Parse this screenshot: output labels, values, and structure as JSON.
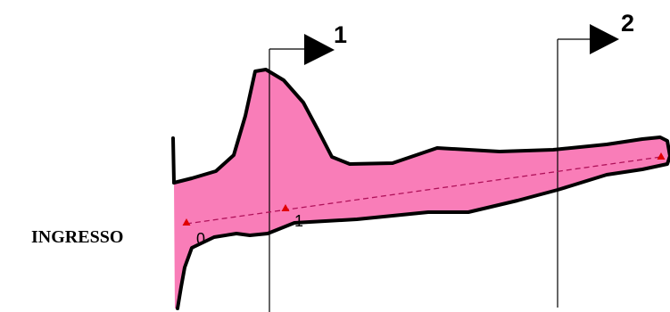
{
  "entry_label": "INGRESSO",
  "sections": [
    {
      "number": "1"
    },
    {
      "number": "2"
    }
  ],
  "survey_points": [
    {
      "label": "0"
    },
    {
      "label": "1"
    },
    {
      "label": ""
    }
  ],
  "colors": {
    "fill": "#f97db8",
    "outline": "#000000",
    "axis_line": "#b0125a",
    "marker": "#e00000"
  }
}
